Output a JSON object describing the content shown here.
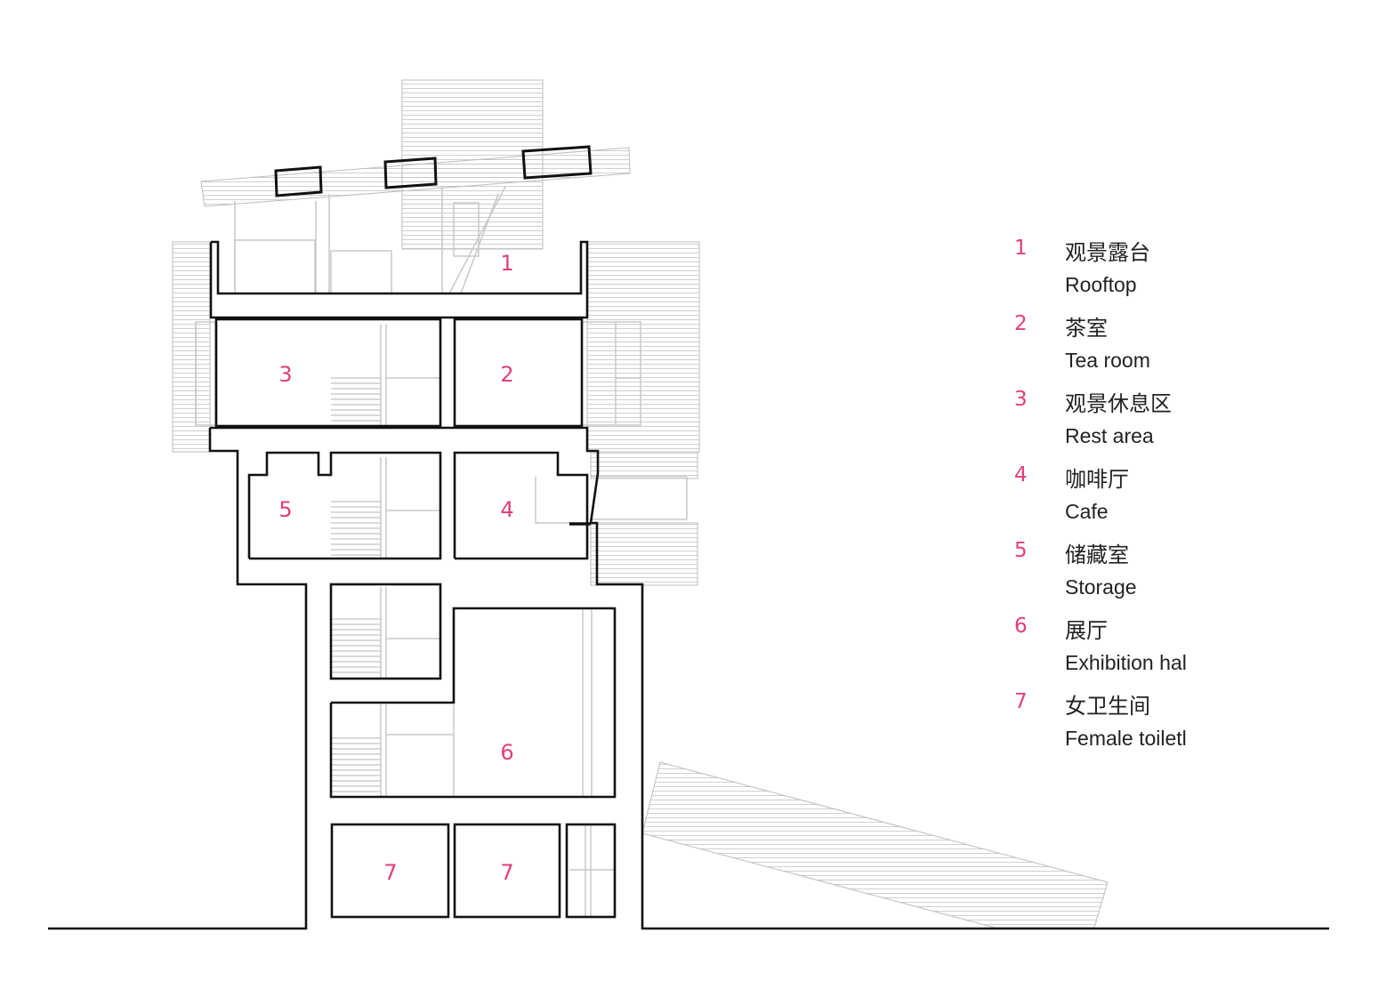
{
  "colors": {
    "accent": "#e0407a",
    "line": "#111111",
    "hatch": "#bdbdbd"
  },
  "rooms": [
    {
      "id": "r1",
      "number": "1"
    },
    {
      "id": "r2",
      "number": "2"
    },
    {
      "id": "r3",
      "number": "3"
    },
    {
      "id": "r4",
      "number": "4"
    },
    {
      "id": "r5",
      "number": "5"
    },
    {
      "id": "r6",
      "number": "6"
    },
    {
      "id": "r7a",
      "number": "7"
    },
    {
      "id": "r7b",
      "number": "7"
    }
  ],
  "legend": [
    {
      "number": "1",
      "cn": "观景露台",
      "en": "Rooftop"
    },
    {
      "number": "2",
      "cn": "茶室",
      "en": "Tea room"
    },
    {
      "number": "3",
      "cn": "观景休息区",
      "en": "Rest area"
    },
    {
      "number": "4",
      "cn": "咖啡厅",
      "en": "Cafe"
    },
    {
      "number": "5",
      "cn": "储藏室",
      "en": "Storage"
    },
    {
      "number": "6",
      "cn": "展厅",
      "en": "Exhibition hal"
    },
    {
      "number": "7",
      "cn": "女卫生间",
      "en": "Female toiletl"
    }
  ]
}
